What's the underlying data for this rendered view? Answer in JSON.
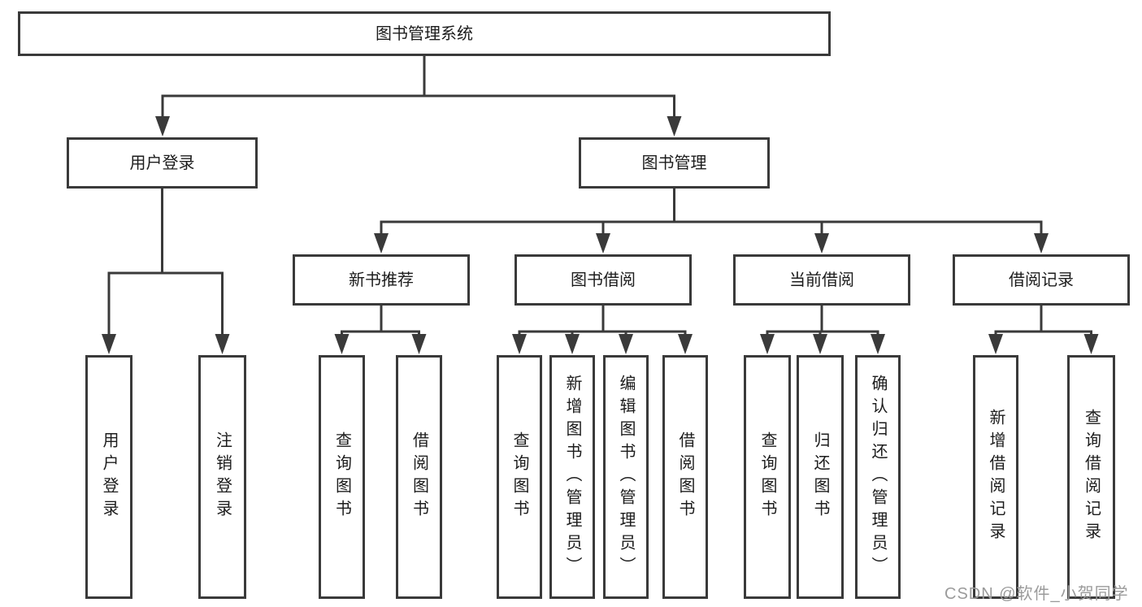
{
  "diagram": {
    "root": {
      "label": "图书管理系统",
      "children": [
        {
          "label": "用户登录",
          "children": [
            {
              "label": "用户登录"
            },
            {
              "label": "注销登录"
            }
          ]
        },
        {
          "label": "图书管理",
          "children": [
            {
              "label": "新书推荐",
              "children": [
                {
                  "label": "查询图书"
                },
                {
                  "label": "借阅图书"
                }
              ]
            },
            {
              "label": "图书借阅",
              "children": [
                {
                  "label": "查询图书"
                },
                {
                  "label": "新增图书（管理员）"
                },
                {
                  "label": "编辑图书（管理员）"
                },
                {
                  "label": "借阅图书"
                }
              ]
            },
            {
              "label": "当前借阅",
              "children": [
                {
                  "label": "查询图书"
                },
                {
                  "label": "归还图书"
                },
                {
                  "label": "确认归还（管理员）"
                }
              ]
            },
            {
              "label": "借阅记录",
              "children": [
                {
                  "label": "新增借阅记录"
                },
                {
                  "label": "查询借阅记录"
                }
              ]
            }
          ]
        }
      ]
    }
  },
  "watermark": {
    "text": "CSDN @软件_小贺同学"
  },
  "colors": {
    "line": "#3a3a3a",
    "text": "#1c1c1c",
    "background": "#ffffff",
    "watermark": "#9b9b9b"
  }
}
